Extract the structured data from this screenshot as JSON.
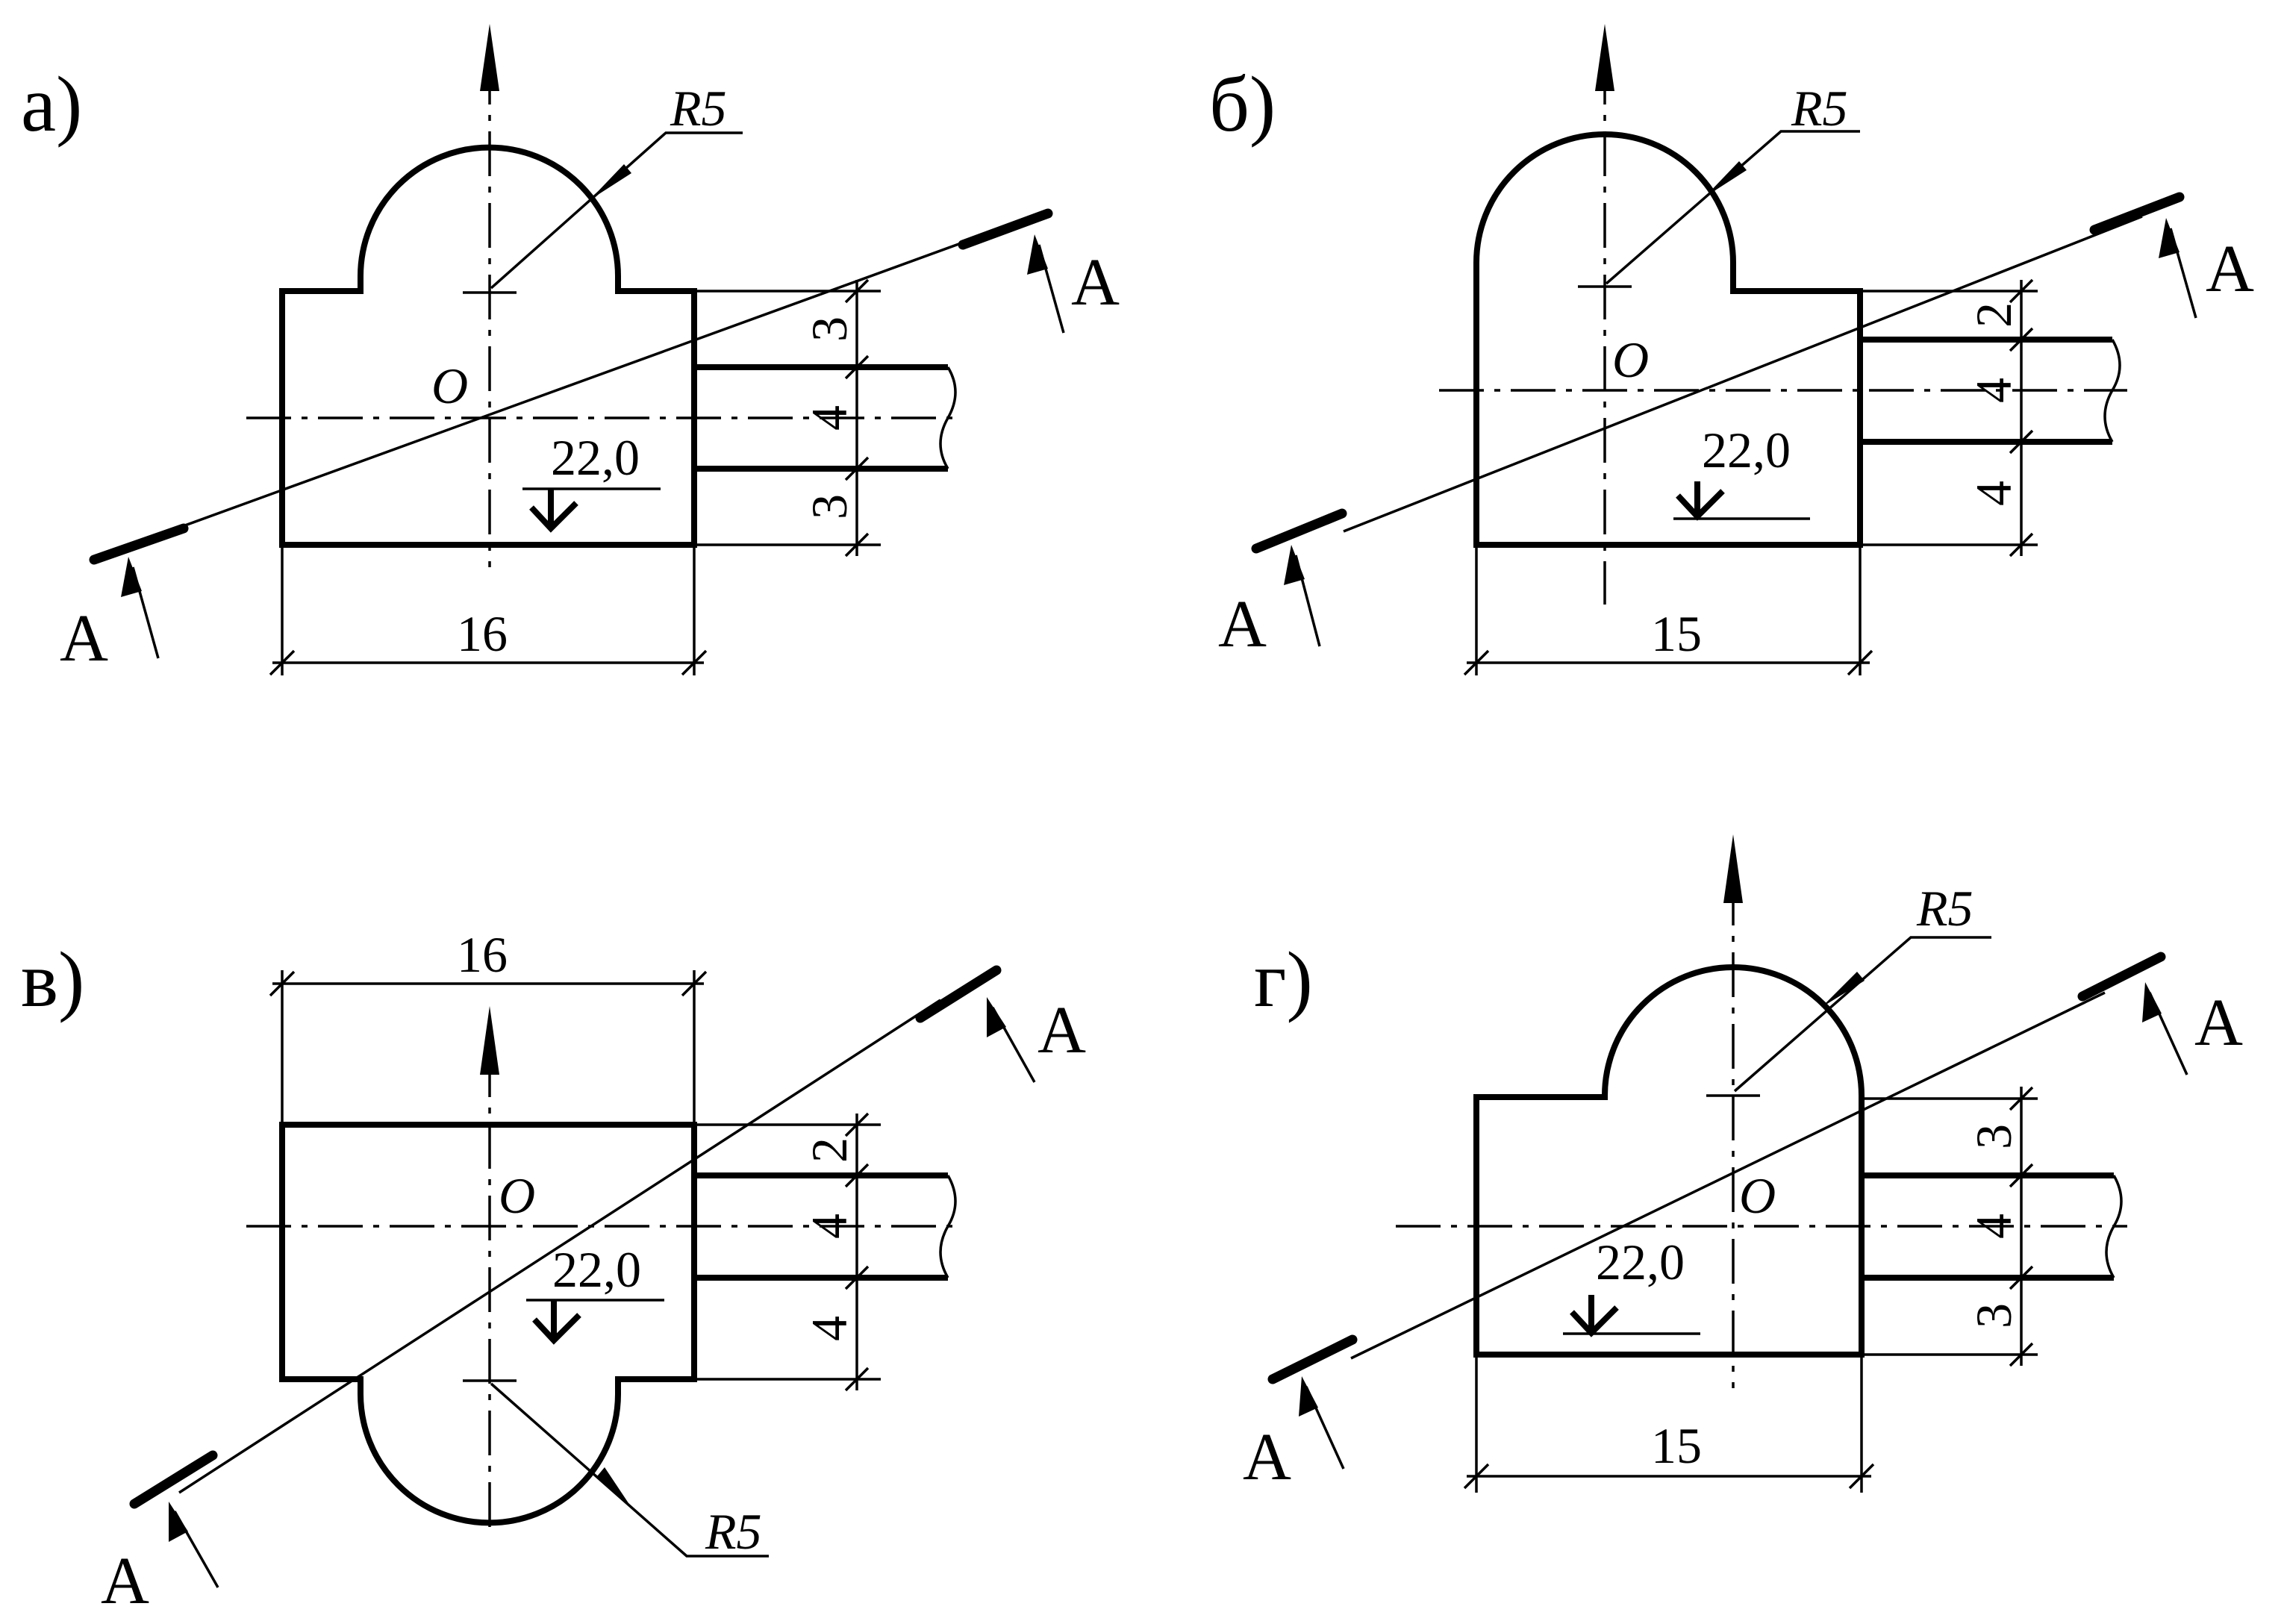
{
  "panels": [
    {
      "id": "a",
      "label": "а)",
      "section_mark": "A",
      "radius_label": "R5",
      "center_label": "O",
      "angle_label": "22,0",
      "width_label": "16",
      "vertical_dims": [
        "3",
        "4",
        "3"
      ]
    },
    {
      "id": "b",
      "label": "б)",
      "section_mark": "A",
      "radius_label": "R5",
      "center_label": "O",
      "angle_label": "22,0",
      "width_label": "15",
      "vertical_dims": [
        "2",
        "4",
        "4"
      ]
    },
    {
      "id": "v",
      "label": "в)",
      "section_mark": "A",
      "radius_label": "R5",
      "center_label": "O",
      "angle_label": "22,0",
      "width_label": "16",
      "vertical_dims": [
        "2",
        "4",
        "4"
      ]
    },
    {
      "id": "g",
      "label": "г)",
      "section_mark": "A",
      "radius_label": "R5",
      "center_label": "O",
      "angle_label": "22,0",
      "width_label": "15",
      "vertical_dims": [
        "3",
        "4",
        "3"
      ]
    }
  ]
}
